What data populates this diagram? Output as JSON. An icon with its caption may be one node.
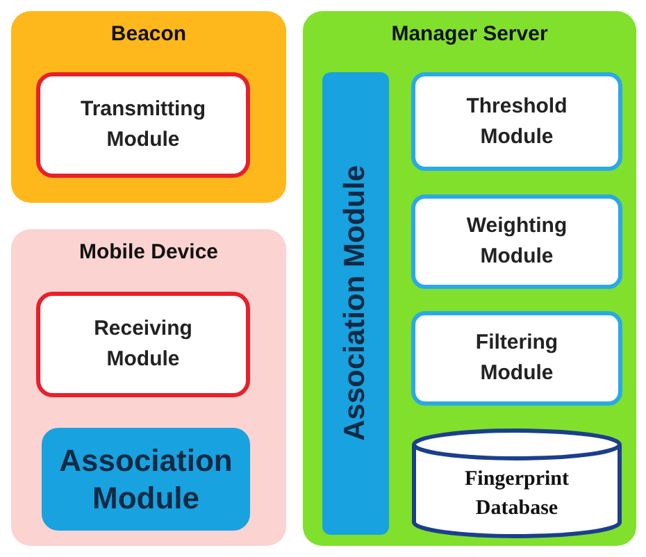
{
  "diagram": {
    "nodes": [
      {
        "text": [
          "Beacon"
        ]
      },
      {
        "text": [
          "Transmitting Module"
        ],
        "in": 0
      },
      {
        "text": [
          "Mobile Device"
        ]
      },
      {
        "text": [
          "Receiving Module"
        ],
        "in": 2
      },
      {
        "text": [
          "Association Module"
        ],
        "in": 2
      },
      {
        "text": [
          "Manager Server"
        ]
      },
      {
        "text": [
          "Association Module"
        ],
        "in": 5
      },
      {
        "text": [
          "Threshold Module"
        ],
        "in": 5
      },
      {
        "text": [
          "Weighting Module"
        ],
        "in": 5
      },
      {
        "text": [
          "Filtering Module"
        ],
        "in": 5
      },
      {
        "text": [
          "Fingerprint Database"
        ],
        "in": 5
      }
    ]
  }
}
